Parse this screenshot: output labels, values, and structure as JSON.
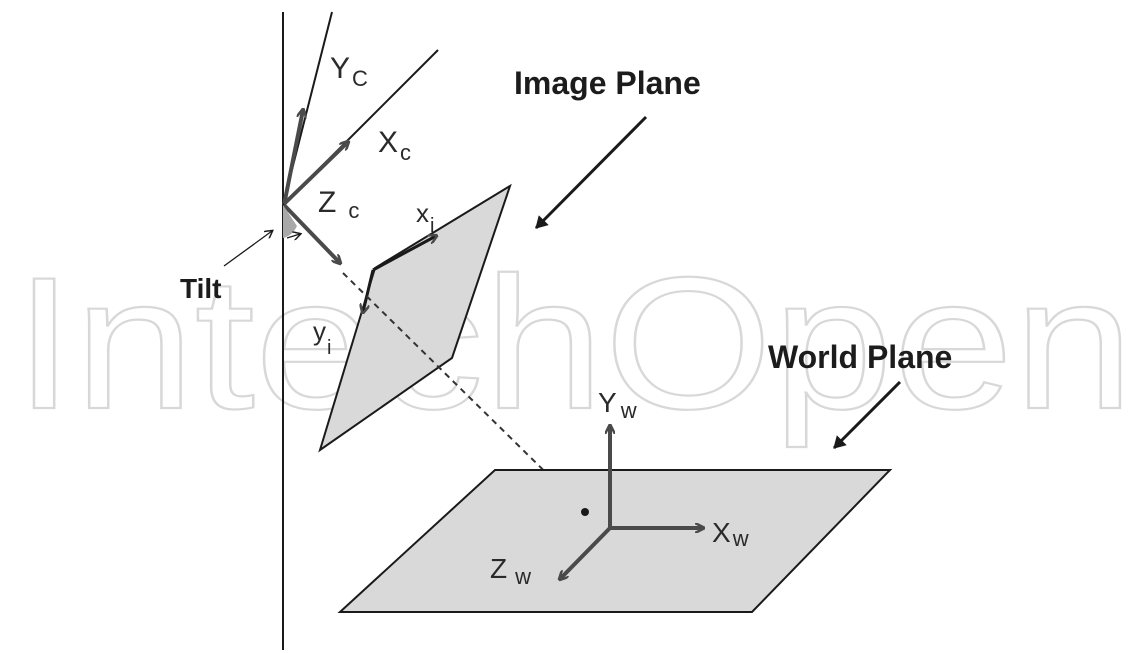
{
  "labels": {
    "camera_y": "Y",
    "camera_y_sub": "C",
    "camera_x": "X",
    "camera_x_sub": "c",
    "camera_z": "Z",
    "camera_z_sub": "c",
    "image_x": "x",
    "image_x_sub": "i",
    "image_y": "y",
    "image_y_sub": "i",
    "tilt": "Tilt",
    "image_plane": "Image Plane",
    "world_plane": "World Plane",
    "world_y": "Y",
    "world_y_sub": "w",
    "world_x": "X",
    "world_x_sub": "w",
    "world_z": "Z",
    "world_z_sub": "w"
  },
  "watermark": "IntechOpen",
  "colors": {
    "plane_fill": "#d9d9d9",
    "axis_stroke": "#4a4a4a",
    "line_stroke": "#1a1a1a",
    "watermark": "#d8d8d8"
  }
}
